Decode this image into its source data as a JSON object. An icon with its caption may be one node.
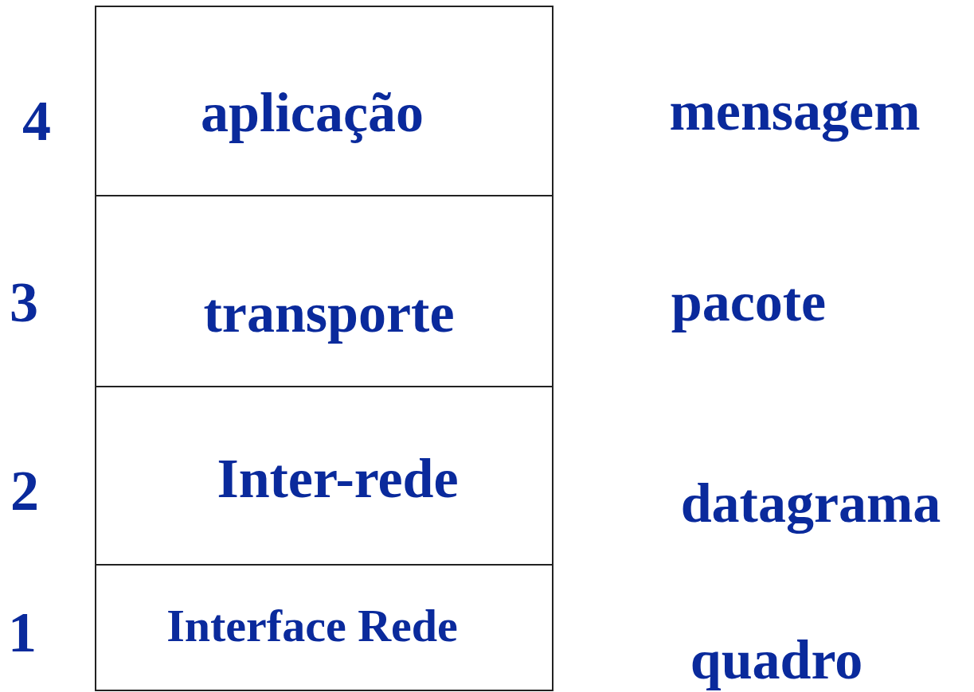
{
  "diagram": {
    "nodes": [
      {
        "text": [
          "aplicação"
        ],
        "beside": [
          "4",
          "mensagem"
        ]
      },
      {
        "text": [
          "transporte"
        ],
        "beside": [
          "3",
          "pacote"
        ]
      },
      {
        "text": [
          "Inter-rede"
        ],
        "beside": [
          "2",
          "datagrama"
        ]
      },
      {
        "text": [
          "Interface Rede"
        ],
        "beside": [
          "1",
          "quadro"
        ]
      }
    ]
  }
}
